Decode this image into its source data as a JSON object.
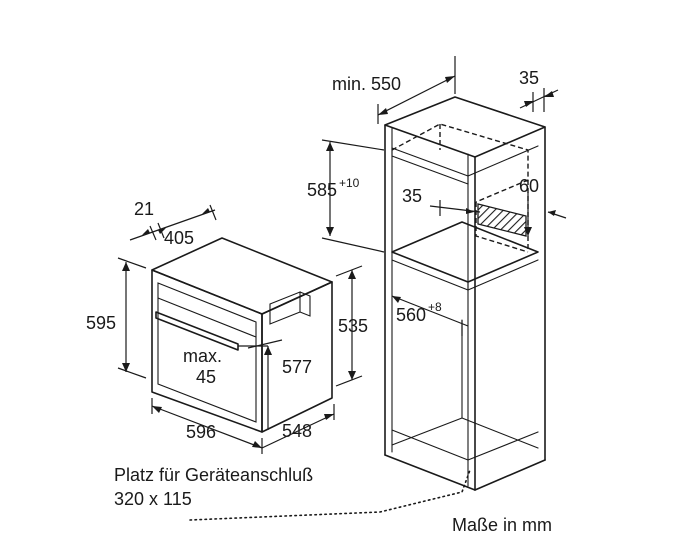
{
  "oven": {
    "dim_depth_front": "21",
    "dim_width_top": "405",
    "dim_height_left": "595",
    "dim_max_label": "max.",
    "dim_max_value": "45",
    "dim_inner_height": "577",
    "dim_height_right": "535",
    "dim_width_bottom": "596",
    "dim_depth_bottom": "548"
  },
  "cabinet": {
    "dim_min_depth": "min. 550",
    "dim_35_top": "35",
    "dim_niche_height": "585",
    "dim_niche_height_tol": "+10",
    "dim_35_inner": "35",
    "dim_60": "60",
    "dim_niche_width": "560",
    "dim_niche_width_tol": "+8"
  },
  "notes": {
    "connection_line1": "Platz für Geräteanschluß",
    "connection_line2": "320 x 115",
    "units": "Maße in mm"
  }
}
